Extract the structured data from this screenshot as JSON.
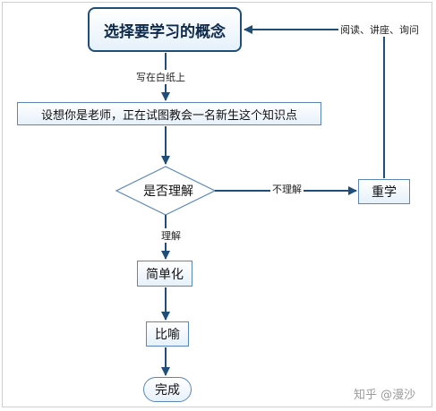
{
  "diagram": {
    "start": "选择要学习的概念",
    "write_label": "写在白纸上",
    "explain_step": "设想你是老师，正在试图教会一名新生这个知识点",
    "decision": "是否理解",
    "not_understand_label": "不理解",
    "relearn": "重学",
    "read_label": "阅读、讲座、询问",
    "understand_label": "理解",
    "simplify": "简单化",
    "analogy": "比喻",
    "done": "完成"
  },
  "watermark": "知乎 @漫沙",
  "colors": {
    "arrow": "#1f4e79",
    "box_border": "#5a87b8",
    "box_fill_bottom": "#e6f1fa"
  }
}
